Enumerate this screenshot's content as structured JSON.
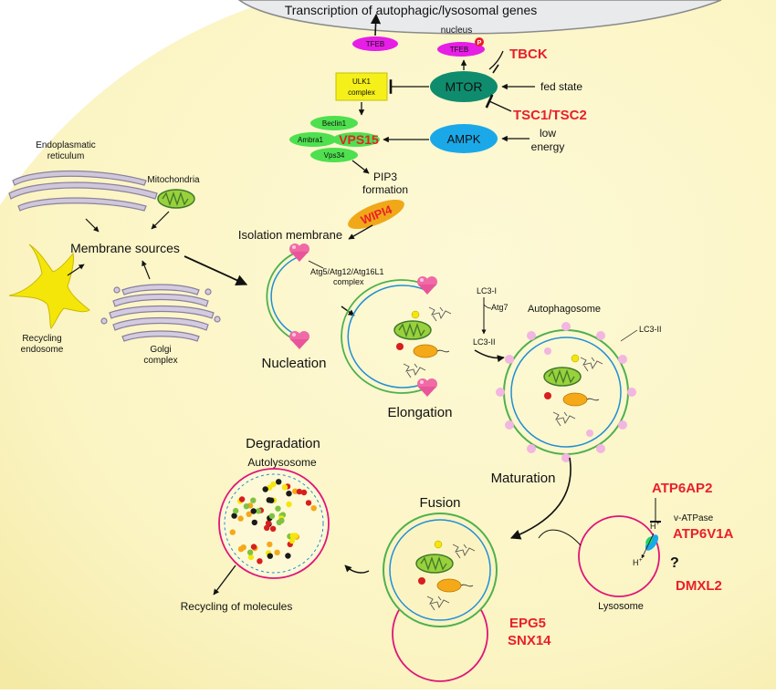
{
  "nucleus": {
    "title": "Transcription of autophagic/lysosomal genes",
    "label": "nucleus"
  },
  "signaling": {
    "tfeb": "TFEB",
    "tfeb_p": "TFEB",
    "p_mark": "P",
    "tbck": "TBCK",
    "mtor": "MTOR",
    "fed_state": "fed state",
    "tsc": "TSC1/TSC2",
    "ulk1_line1": "ULK1",
    "ulk1_line2": "complex",
    "ampk": "AMPK",
    "low_energy_1": "low",
    "low_energy_2": "energy",
    "beclin1": "Beclin1",
    "ambra1": "Ambra1",
    "vps15": "VPS15",
    "vps34": "Vps34",
    "pip3_1": "PIP3",
    "pip3_2": "formation",
    "wipi4": "WIPI4"
  },
  "sources": {
    "er_1": "Endoplasmatic",
    "er_2": "reticulum",
    "mito": "Mitochondria",
    "membrane_sources": "Membrane sources",
    "recycling_1": "Recycling",
    "recycling_2": "endosome",
    "golgi_1": "Golgi",
    "golgi_2": "complex"
  },
  "stages": {
    "isolation_membrane": "Isolation membrane",
    "atg_1": "Atg5/Atg12/Atg16L1",
    "atg_2": "complex",
    "nucleation": "Nucleation",
    "elongation": "Elongation",
    "lc3_i": "LC3-I",
    "atg7": "Atg7",
    "lc3_ii": "LC3-II",
    "autophagosome": "Autophagosome",
    "lc3_ii_right": "LC3-II",
    "maturation": "Maturation",
    "fusion": "Fusion",
    "degradation": "Degradation",
    "autolysosome": "Autolysosome",
    "recycling_molecules": "Recycling of molecules",
    "lysosome": "Lysosome"
  },
  "genes": {
    "atp6ap2": "ATP6AP2",
    "vatpase": "v-ATPase",
    "atp6v1a": "ATP6V1A",
    "question": "?",
    "dmxl2": "DMXL2",
    "epg5": "EPG5",
    "snx14": "SNX14",
    "h_plus": "H",
    "h_plus_2": "H"
  },
  "colors": {
    "cytoplasm": "#fbf6c8",
    "mtor": "#0f8c6e",
    "ampk": "#1aa8e8",
    "tfeb": "#e61ee6",
    "ulk1": "#f5f01a",
    "beclin": "#4ee04e",
    "red_label": "#e8202a",
    "outer_membrane": "#4fb04f",
    "inner_membrane": "#1f8fd6",
    "lysosome": "#e0157a"
  }
}
